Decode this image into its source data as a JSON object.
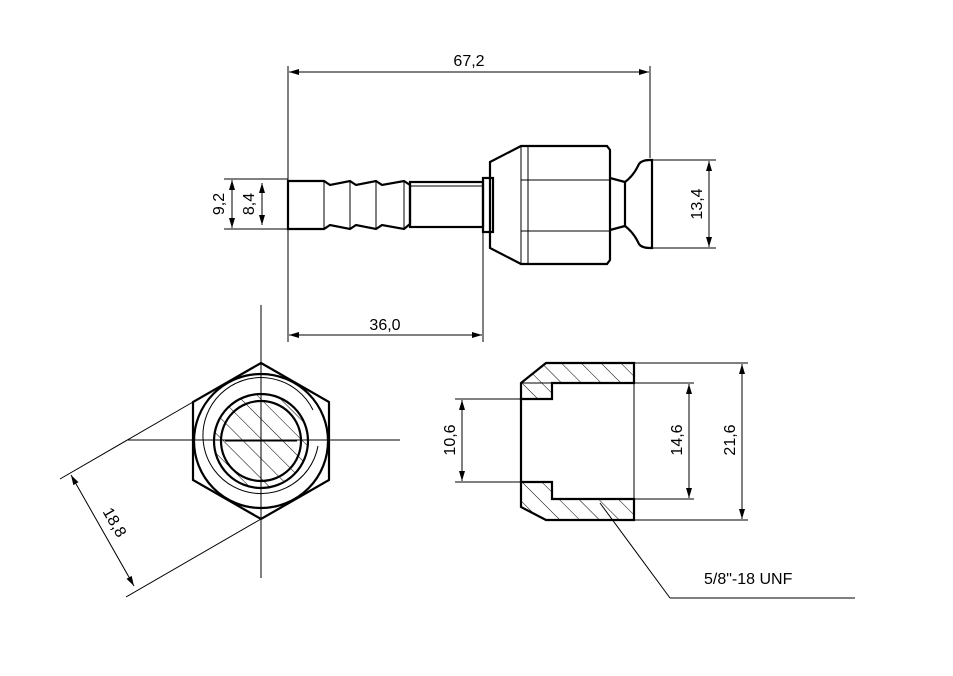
{
  "drawing": {
    "dims": {
      "overall_length": "67,2",
      "barb_outer_dia": "9,2",
      "barb_inner_dia": "8,4",
      "flange_dia": "13,4",
      "barb_length": "36,0",
      "hex_across_flats": "18,8",
      "bore_dia": "10,6",
      "thread_minor_dia": "14,6",
      "nut_outer_dia": "21,6"
    },
    "thread_callout": "5/8\"-18 UNF"
  }
}
